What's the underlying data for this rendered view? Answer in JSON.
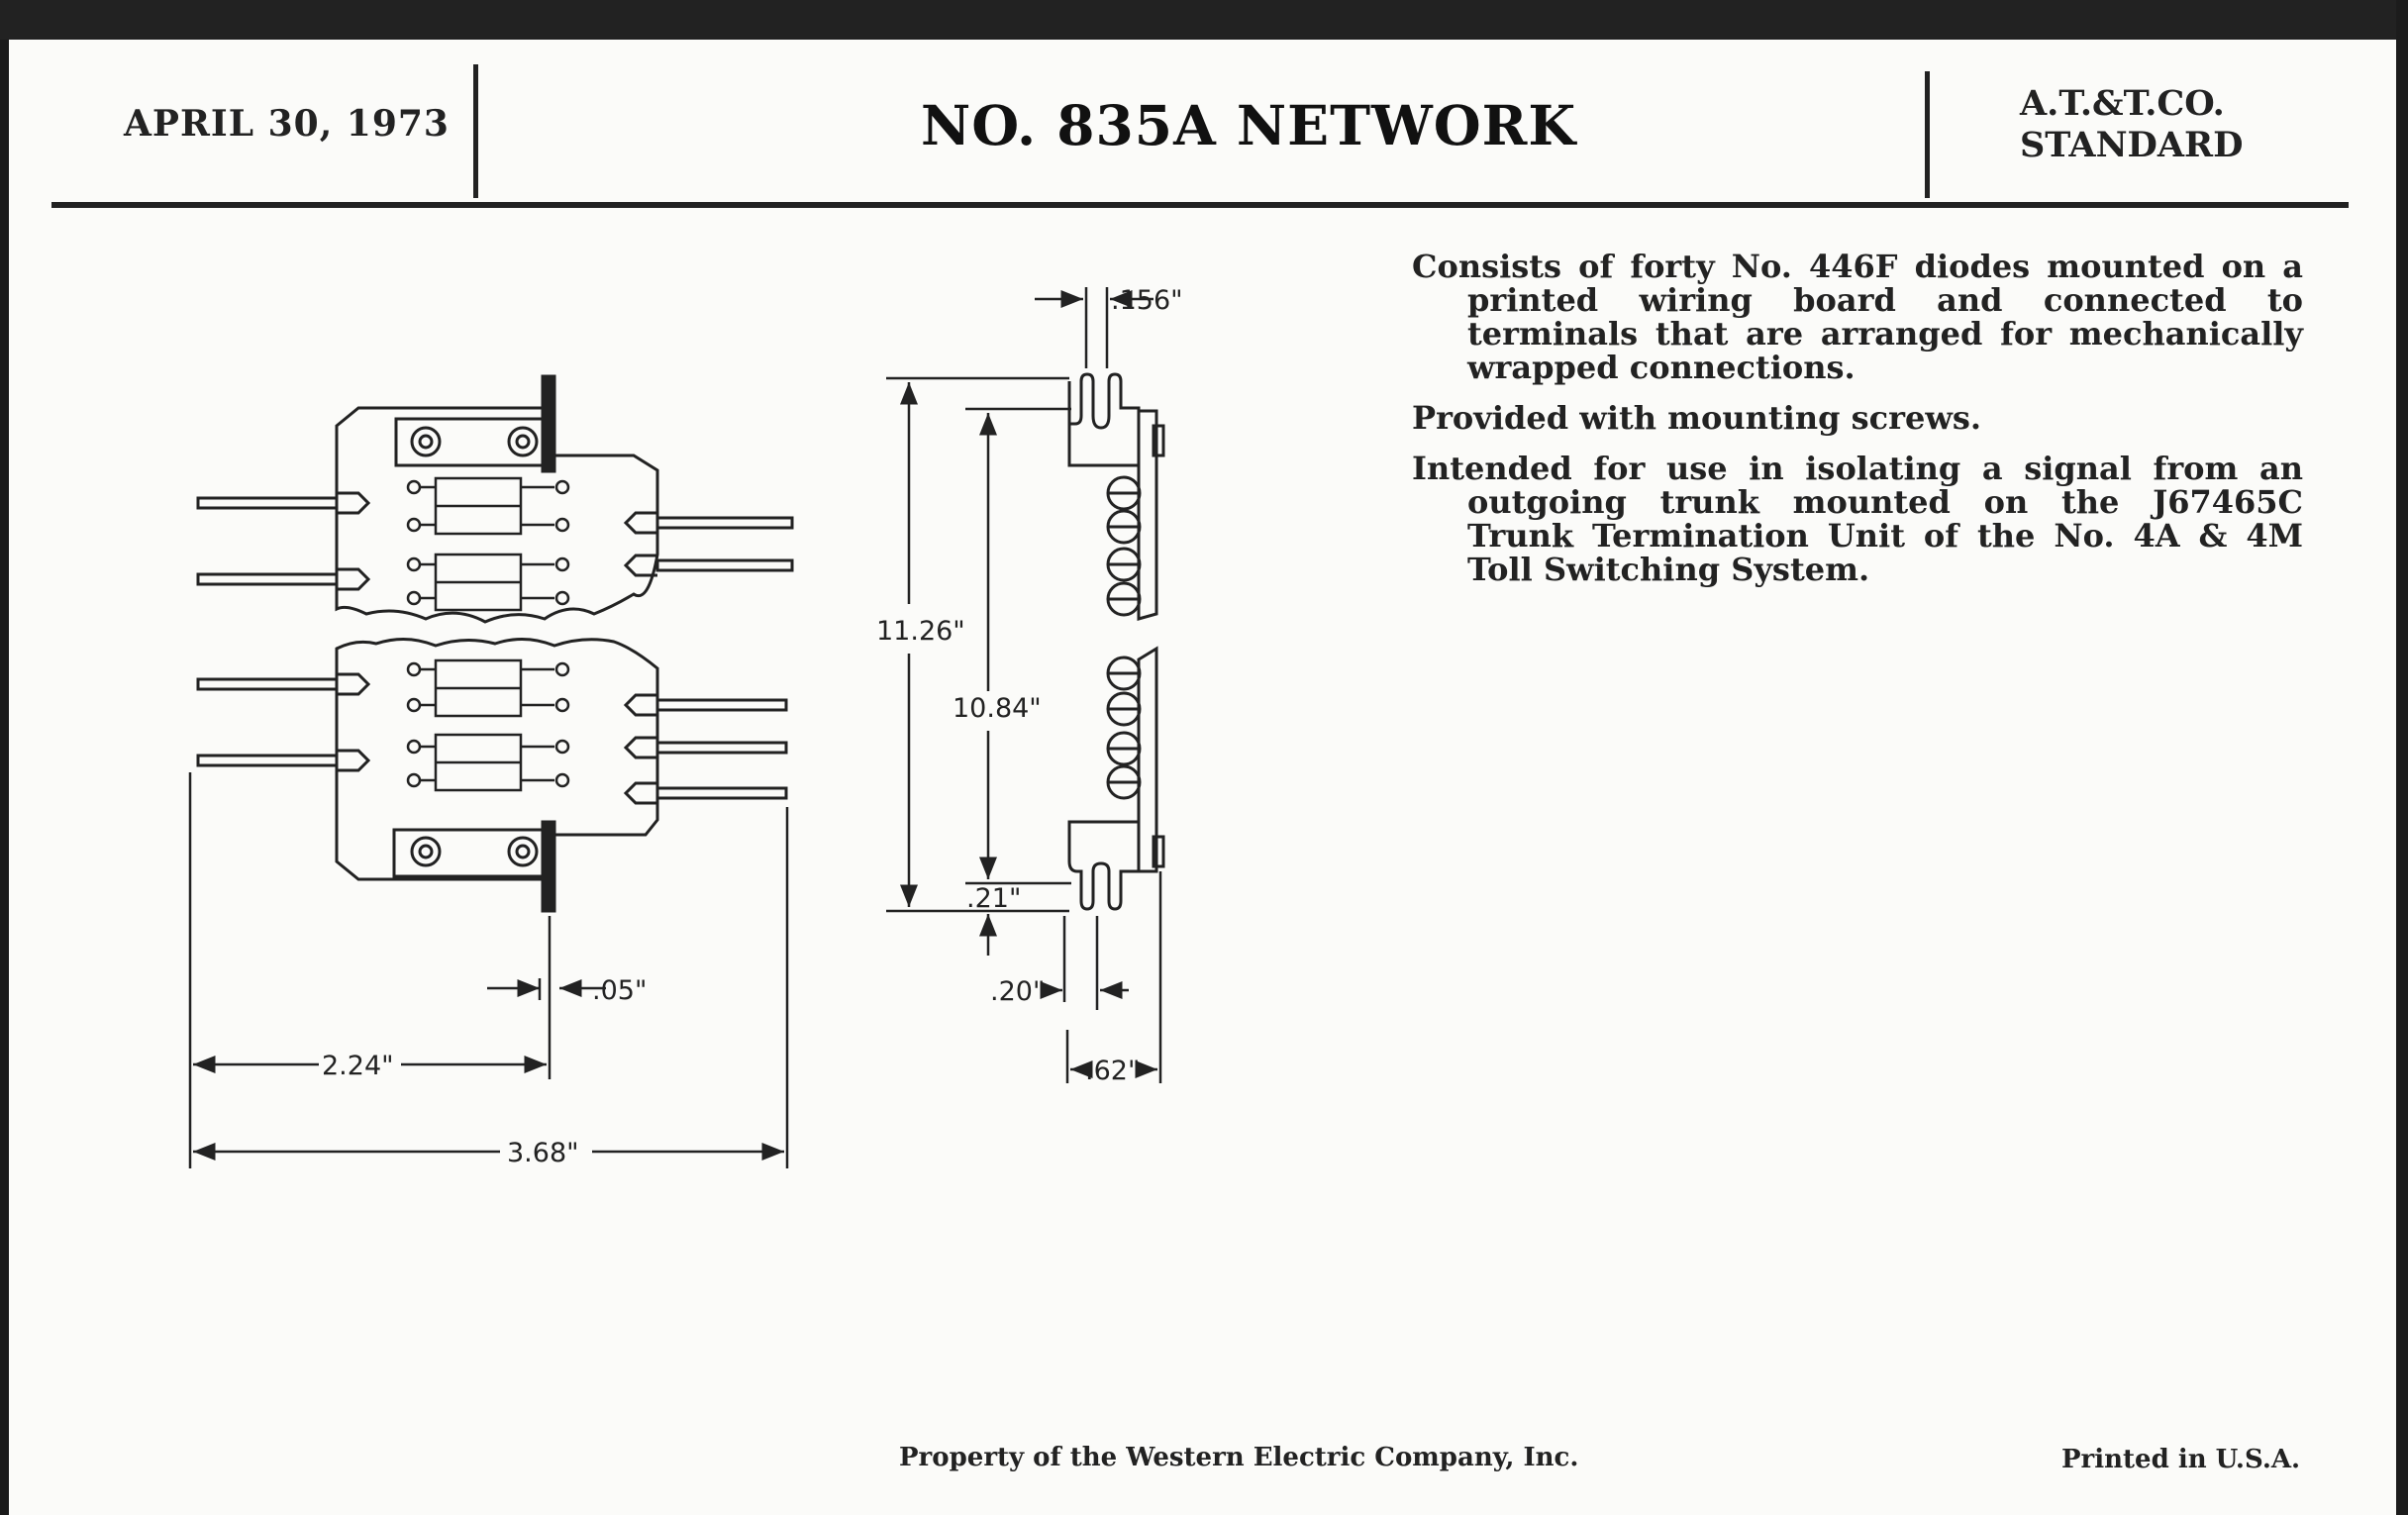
{
  "header": {
    "date": "APRIL 30, 1973",
    "title": "NO. 835A NETWORK",
    "standard_line1": "A.T.&T.CO.",
    "standard_line2": "STANDARD"
  },
  "description": [
    "Consists of forty No. 446F diodes mounted on a printed wiring board and connected to terminals that are arranged for mechanically wrapped connections.",
    "Provided with mounting screws.",
    "Intended for use in isolating a signal from an outgoing trunk mounted on the J67465C Trunk Termination Unit of the No. 4A & 4M Toll Switching System."
  ],
  "drawing": {
    "front_view": {
      "dim_thickness": ".05\"",
      "dim_width_inner": "2.24\"",
      "dim_width_overall": "3.68\""
    },
    "side_view": {
      "dim_slot": ".156\"",
      "dim_height_overall": "11.26\"",
      "dim_height_inner": "10.84\"",
      "dim_bottom": ".21\"",
      "dim_offset": ".20\"",
      "dim_depth": ".62\""
    }
  },
  "footer": {
    "property": "Property of the Western Electric Company, Inc.",
    "printed": "Printed in U.S.A."
  }
}
